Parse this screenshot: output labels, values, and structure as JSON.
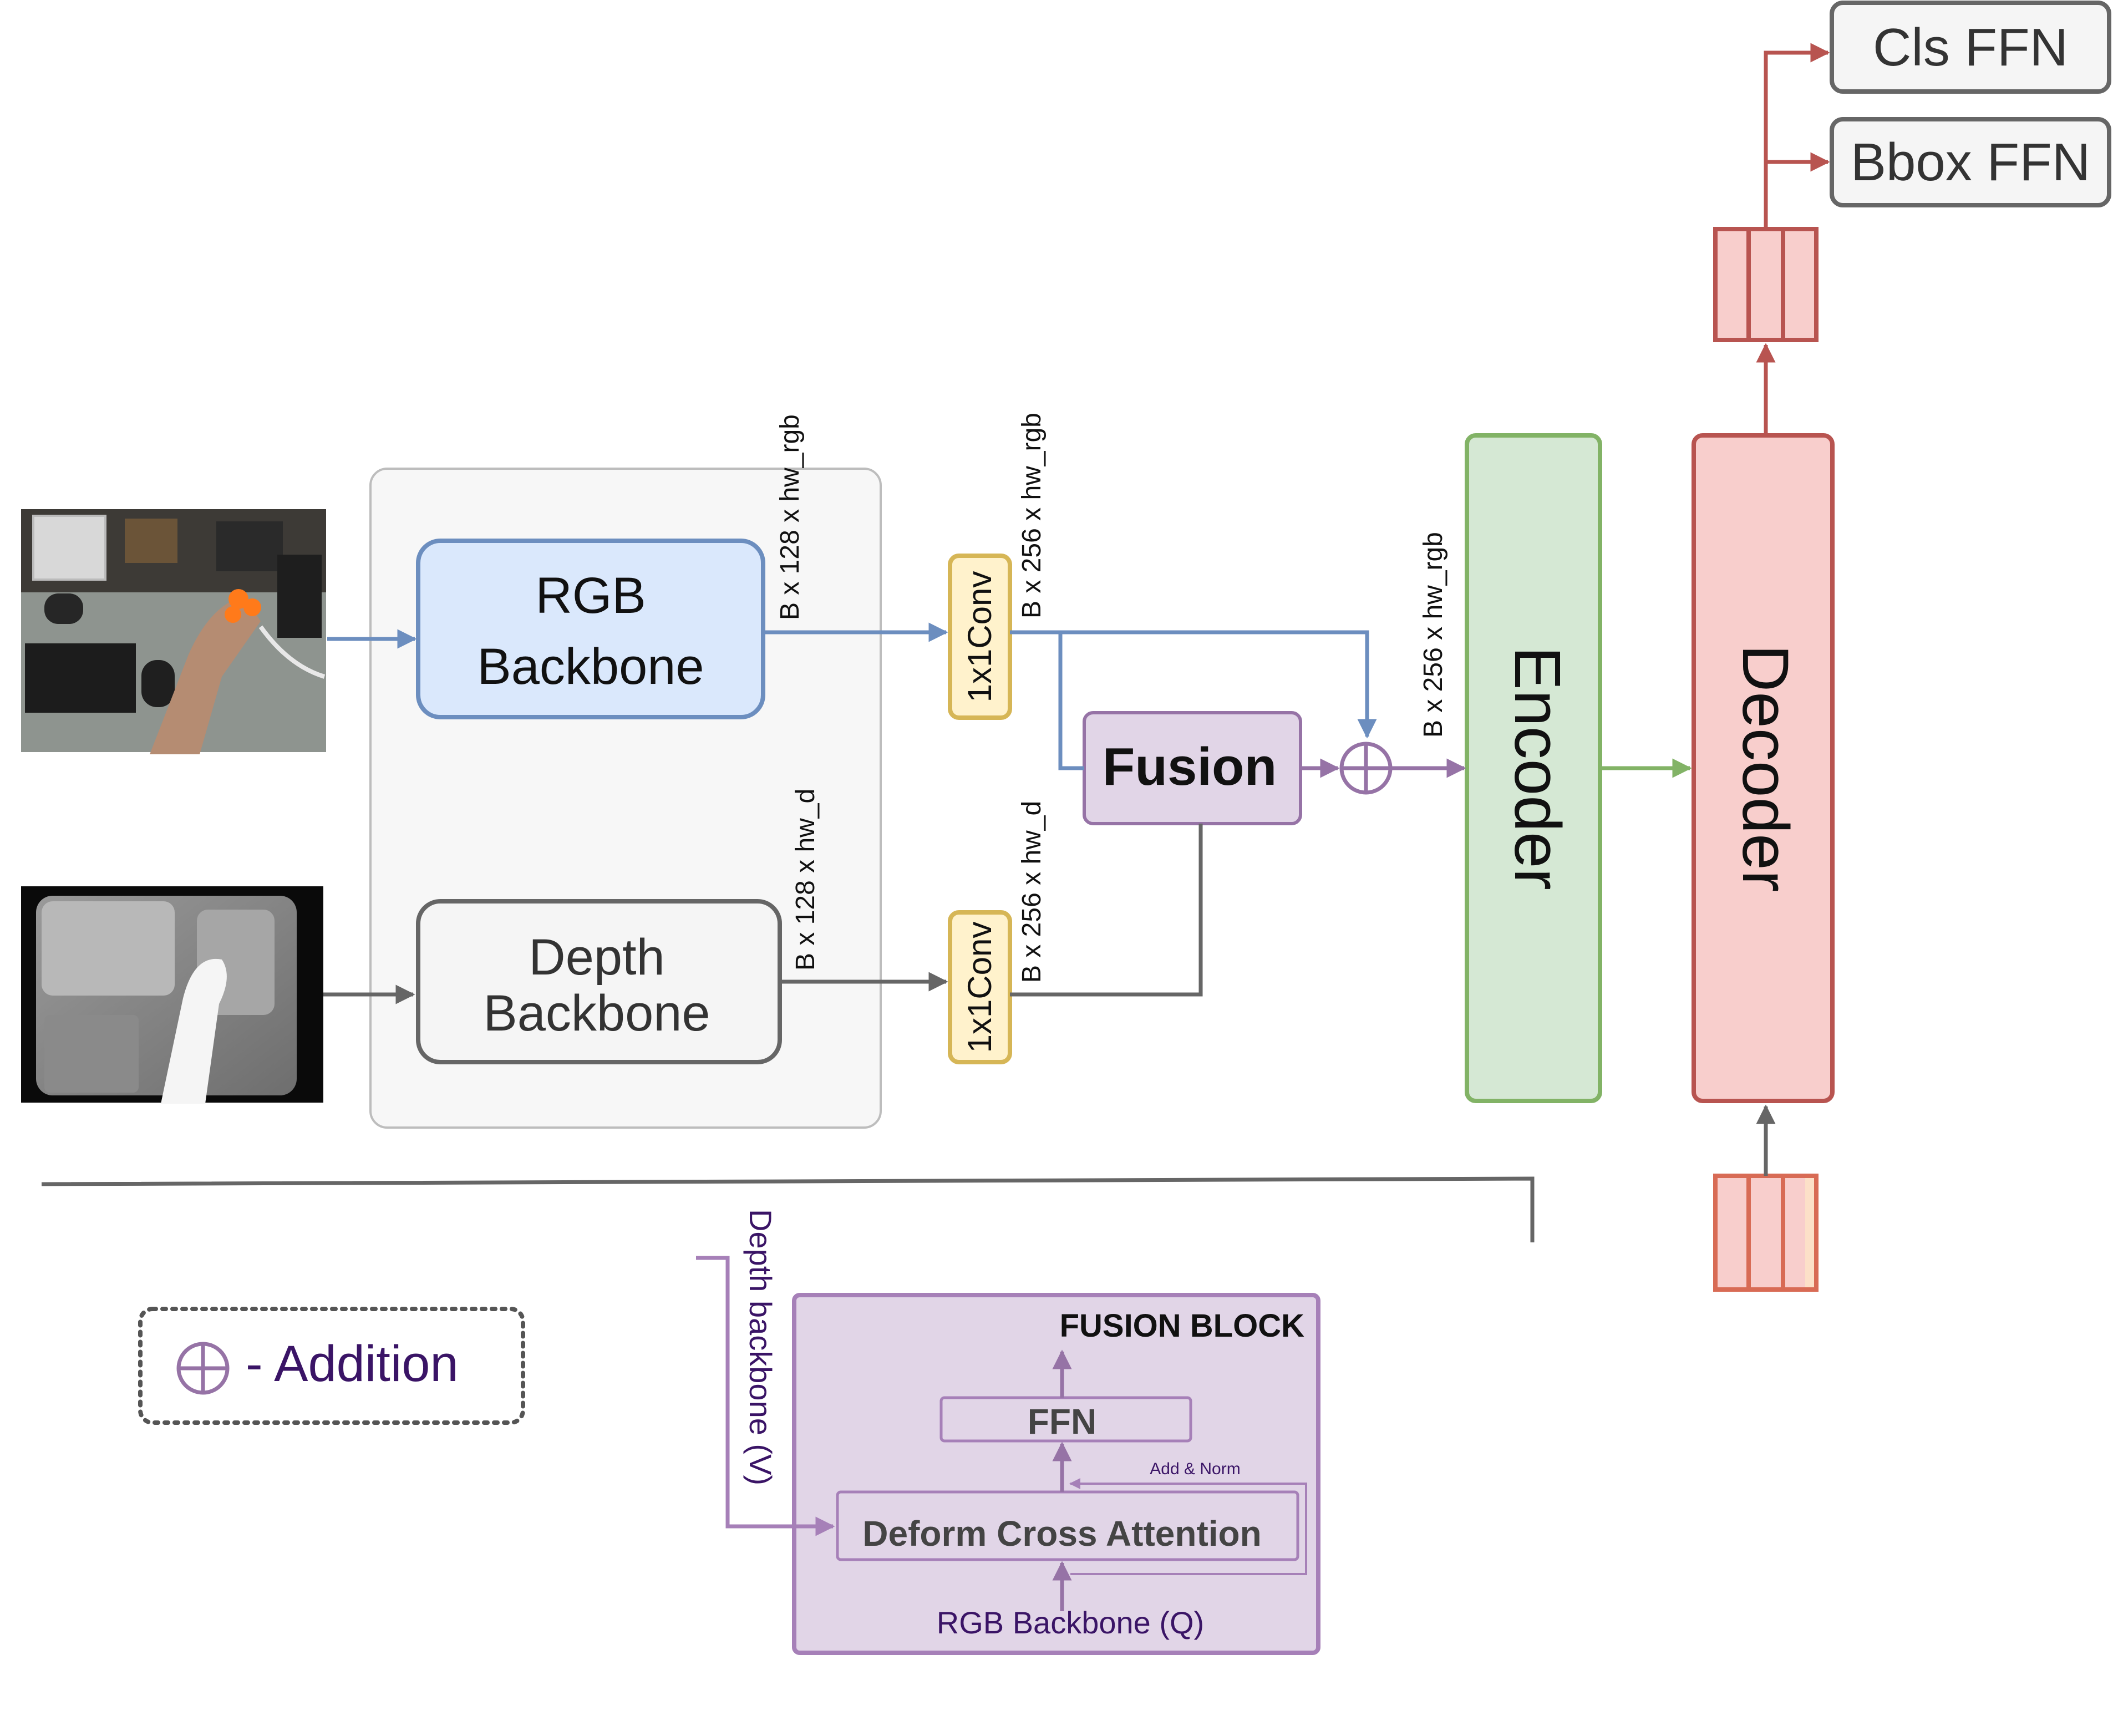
{
  "inputs": {
    "rgb_image": "rgb-camera-image",
    "depth_image": "depth-map-image"
  },
  "blocks": {
    "rgb_backbone": [
      "RGB",
      "Backbone"
    ],
    "depth_backbone": [
      "Depth",
      "Backbone"
    ],
    "conv_rgb": "1x1Conv",
    "conv_depth": "1x1Conv",
    "fusion": "Fusion",
    "encoder": "Encoder",
    "decoder": "Decoder",
    "cls_ffn": "Cls FFN",
    "bbox_ffn": "Bbox FFN"
  },
  "dims": {
    "rgb_backbone_out": "B x 128 x hw_rgb",
    "depth_backbone_out": "B x 128 x hw_d",
    "conv_rgb_out": "B x 256 x hw_rgb",
    "conv_depth_out": "B x 256 x hw_d",
    "sum_out": "B x 256 x hw_rgb"
  },
  "legend": {
    "symbol": "⊕",
    "text": "- Addition"
  },
  "fusion_block": {
    "title": "FUSION BLOCK",
    "ffn": "FFN",
    "attention": "Deform Cross Attention",
    "add_norm": "Add & Norm",
    "query": "RGB Backbone (Q)",
    "value": "Depth backbone (V)"
  },
  "colors": {
    "rgb_flow": "#6c8ebf",
    "depth_flow": "#666666",
    "fusion_flow": "#9673a6",
    "encoder_flow": "#82b366",
    "decoder_flow": "#b85450"
  }
}
